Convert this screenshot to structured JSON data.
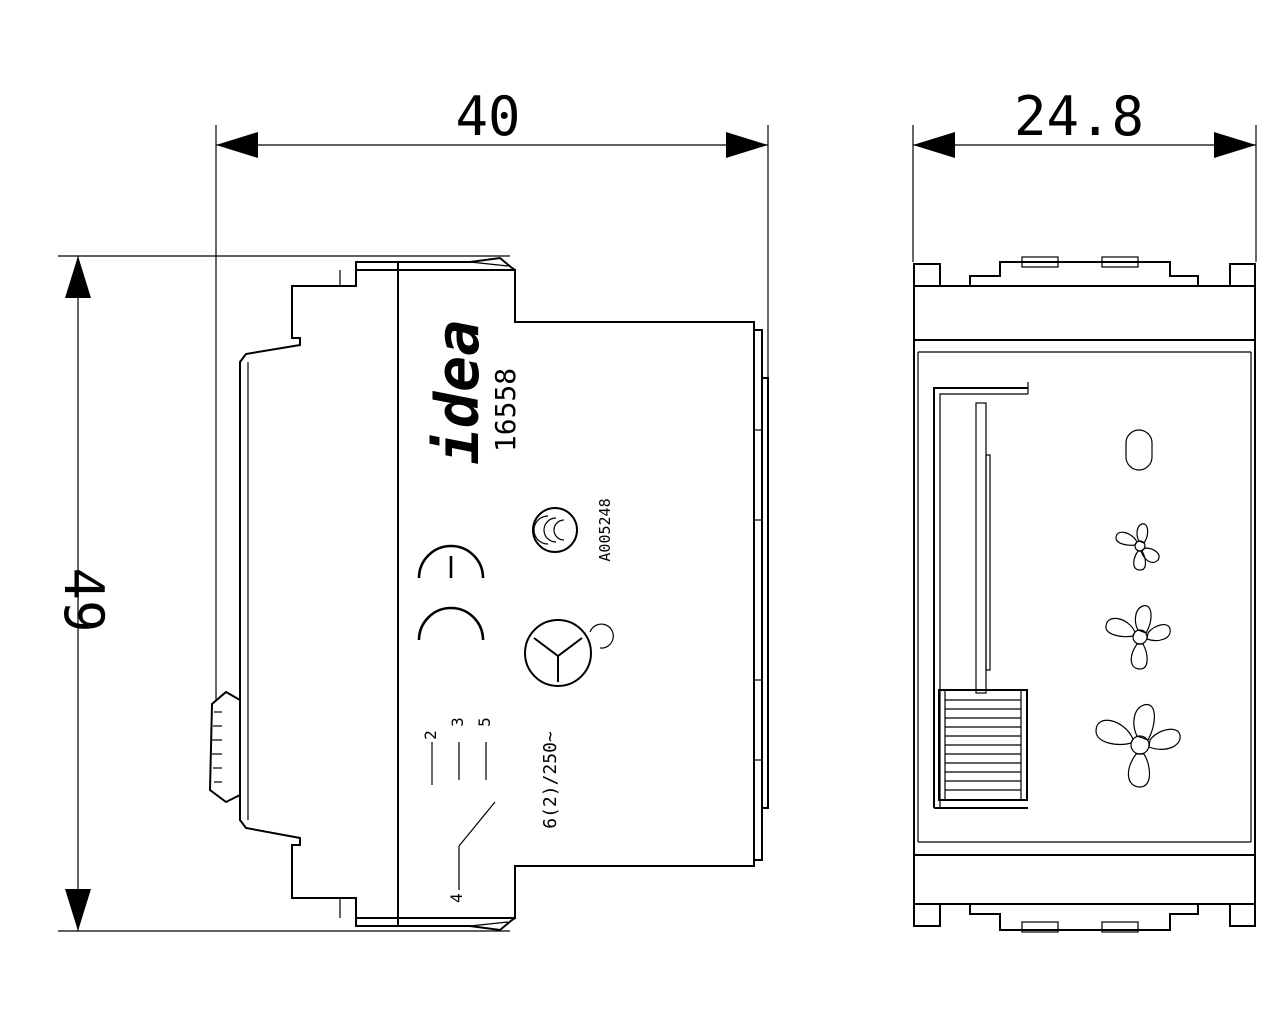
{
  "dimensions": {
    "width": "40",
    "depth": "24.8",
    "height": "49"
  },
  "side_view": {
    "brand": "idea",
    "model": "16558",
    "cert_code": "A005248",
    "rating": "6(2)/250~",
    "terminals": [
      "2",
      "3",
      "5",
      "4"
    ]
  }
}
